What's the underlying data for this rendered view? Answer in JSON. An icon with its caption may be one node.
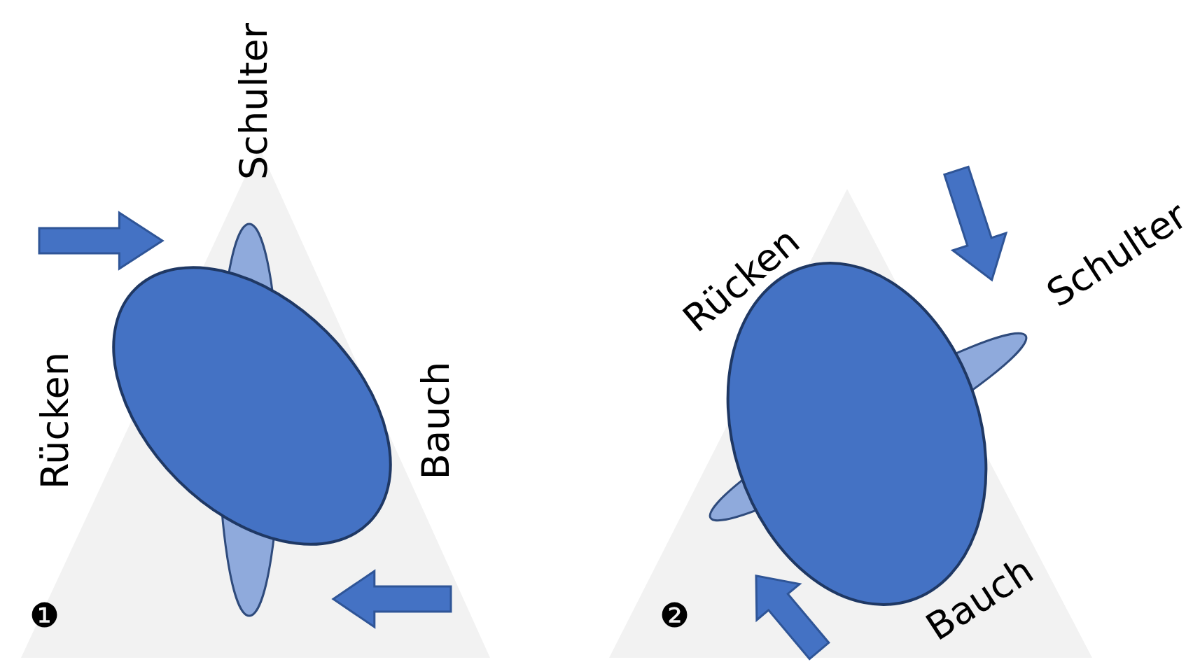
{
  "diagram": {
    "labels": [
      "Schulter",
      "Rücken",
      "Bauch",
      "❶",
      "Rücken",
      "Schulter",
      "Bauch",
      "❷"
    ]
  }
}
